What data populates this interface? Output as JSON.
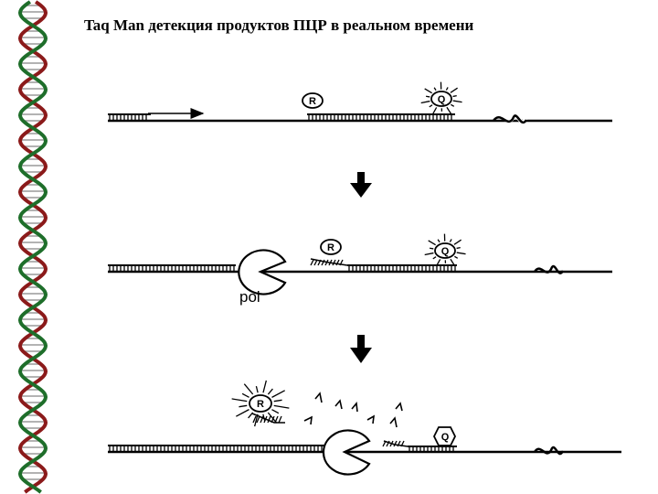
{
  "title": "Taq Man детекция продуктов ПЦР в реальном времени",
  "reporter_label": "R",
  "quencher_label": "Q",
  "polymerase_label": "pol",
  "colors": {
    "dna_red": "#8b1a1a",
    "dna_green": "#1e6e2a",
    "ink": "#000000"
  },
  "icons": [
    "dna-helix-icon",
    "arrow-down-icon",
    "polymerase-icon",
    "starburst-icon"
  ]
}
